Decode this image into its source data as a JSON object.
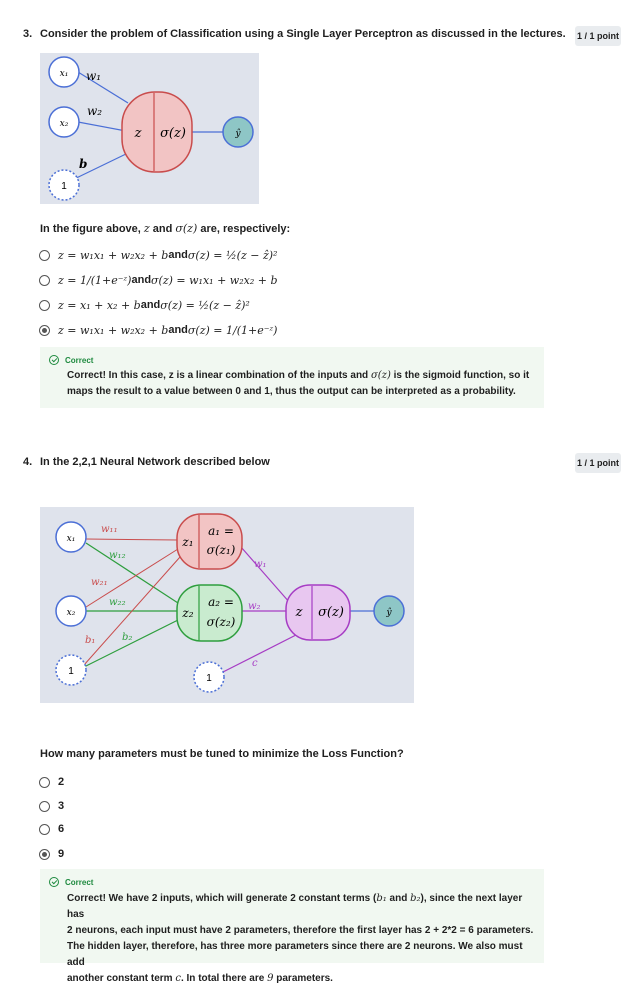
{
  "q3": {
    "number": "3.",
    "title": "Consider the problem of Classification using a Single Layer Perceptron as discussed in the lectures.",
    "points": "1 / 1 point",
    "figure": {
      "x1": "x₁",
      "x2": "x₂",
      "one": "1",
      "w1": "w₁",
      "w2": "w₂",
      "b": "b",
      "z": "z",
      "sigma": "σ(z)",
      "yhat": "ŷ"
    },
    "prompt_start": "In the figure above, ",
    "prompt_z": "z",
    "prompt_and": " and ",
    "prompt_sigma": "σ(z)",
    "prompt_end": " are, respectively:",
    "options": [
      {
        "z_expr": "z = w₁x₁ + w₂x₂ + b",
        "and": " and ",
        "s_expr": "σ(z) = ½(z − ẑ)²",
        "selected": false
      },
      {
        "z_expr": "z = 1/(1+e⁻ᶻ)",
        "and": " and ",
        "s_expr": "σ(z) = w₁x₁ + w₂x₂ + b",
        "selected": false
      },
      {
        "z_expr": "z = x₁ + x₂ + b",
        "and": " and ",
        "s_expr": "σ(z) = ½(z − ẑ)²",
        "selected": false
      },
      {
        "z_expr": "z = w₁x₁ + w₂x₂ + b",
        "and": " and ",
        "s_expr": "σ(z) = 1/(1+e⁻ᶻ)",
        "selected": true
      }
    ],
    "feedback_label": "Correct",
    "feedback_text_a": "Correct! In this case, z is a linear combination of the inputs and ",
    "feedback_math": "σ(z)",
    "feedback_text_b": " is the sigmoid function, so it maps the result to a value between 0 and 1, thus the output can be interpreted as a probability."
  },
  "q4": {
    "number": "4.",
    "title": "In the 2,2,1 Neural Network described below",
    "points": "1 / 1 point",
    "figure": {
      "x1": "x₁",
      "x2": "x₂",
      "one_a": "1",
      "one_b": "1",
      "w11": "w₁₁",
      "w12": "w₁₂",
      "w21": "w₂₁",
      "w22": "w₂₂",
      "b1": "b₁",
      "b2": "b₂",
      "z1": "z₁",
      "a1_top": "a₁ =",
      "a1_bot": "σ(z₁)",
      "z2": "z₂",
      "a2_top": "a₂ =",
      "a2_bot": "σ(z₂)",
      "ow1": "w₁",
      "ow2": "w₂",
      "c": "c",
      "z": "z",
      "sigma": "σ(z)",
      "yhat": "ŷ"
    },
    "prompt": "How many parameters must be tuned to minimize the Loss Function?",
    "options": [
      {
        "label": "2",
        "selected": false
      },
      {
        "label": "3",
        "selected": false
      },
      {
        "label": "6",
        "selected": false
      },
      {
        "label": "9",
        "selected": true
      }
    ],
    "feedback_label": "Correct",
    "feedback_line1_a": "Correct! We have 2 inputs, which will generate 2 constant terms (",
    "feedback_line1_math1": "b₁",
    "feedback_line1_and": " and ",
    "feedback_line1_math2": "b₂",
    "feedback_line1_b": "), since the next layer has",
    "feedback_line2": "2 neurons, each input must have 2 parameters, therefore the first layer has 2 + 2*2 = 6 parameters.",
    "feedback_line3": "The hidden layer, therefore, has three more parameters since there are 2 neurons. We also must add",
    "feedback_line4_a": "another constant term ",
    "feedback_line4_math": "c",
    "feedback_line4_b": ". In total there are ",
    "feedback_line4_math2": "9",
    "feedback_line4_c": " parameters."
  }
}
